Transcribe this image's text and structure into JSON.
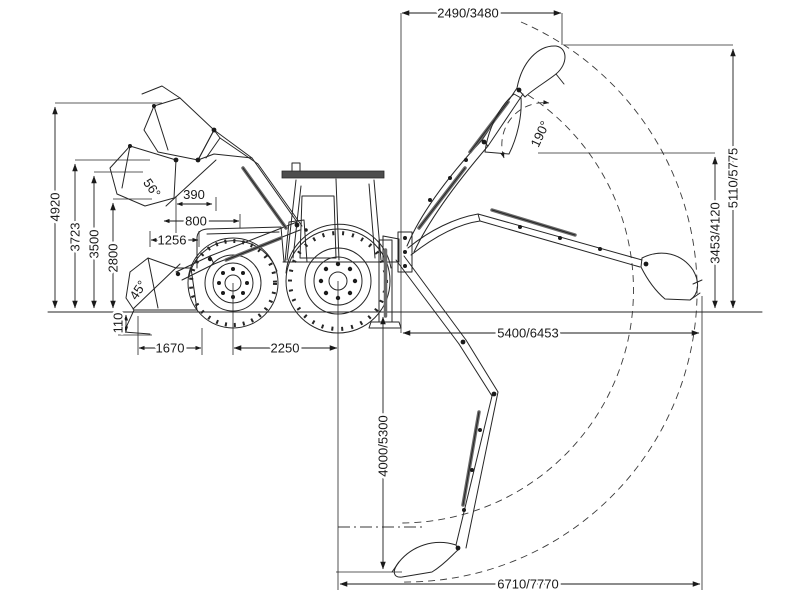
{
  "diagram": {
    "type": "backhoe-loader-working-range-drawing",
    "colors": {
      "background": "#ffffff",
      "line": "#262626",
      "dimension_text": "#1a1a1a",
      "cab_roof": "#4d4d4d"
    },
    "dims": {
      "v4920": "4920",
      "v3723": "3723",
      "v3500": "3500",
      "v2800": "2800",
      "v110": "110",
      "a56": "56°",
      "a45": "45°",
      "h390": "390",
      "h800": "800",
      "h1256": "1256",
      "h1670": "1670",
      "h2250": "2250",
      "top_width": "2490/3480",
      "a190": "190°",
      "v5110": "5110/5775",
      "v3453": "3453/4120",
      "h5400": "5400/6453",
      "v4000": "4000/5300",
      "h6710": "6710/7770"
    }
  }
}
